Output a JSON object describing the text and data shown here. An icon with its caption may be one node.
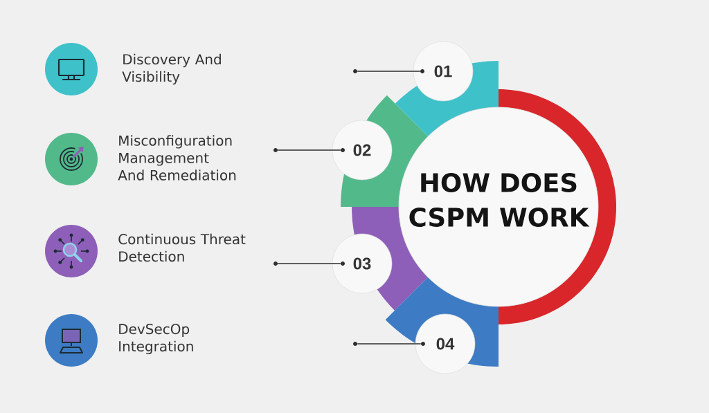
{
  "diagram": {
    "nodes": [
      {
        "text": [
          "HOW DOES CSPM WORK"
        ]
      },
      {
        "text": [
          "01"
        ]
      },
      {
        "text": [
          "02"
        ]
      },
      {
        "text": [
          "03"
        ]
      },
      {
        "text": [
          "04"
        ]
      },
      {
        "text": [],
        "shape": "arc"
      },
      {
        "text": [],
        "shape": "arc"
      },
      {
        "text": [],
        "shape": "arc"
      },
      {
        "text": [],
        "shape": "arc"
      },
      {
        "text": [],
        "shape": "arc"
      },
      {
        "text": [],
        "shape": "circle"
      },
      {
        "text": [],
        "shape": "circle"
      },
      {
        "text": [],
        "shape": "circle"
      },
      {
        "text": [],
        "shape": "circle"
      },
      {
        "text": [],
        "shape": "circle",
        "in": 1
      },
      {
        "text": [],
        "shape": "circle",
        "in": 2
      },
      {
        "text": [],
        "shape": "circle",
        "in": 3
      },
      {
        "text": [],
        "shape": "circle",
        "in": 4
      }
    ],
    "edges": [
      {
        "from": 10,
        "to": 14,
        "arrow": "none"
      },
      {
        "from": 11,
        "to": 15,
        "arrow": "none"
      },
      {
        "from": 12,
        "to": 16,
        "arrow": "none"
      },
      {
        "from": 13,
        "to": 17,
        "arrow": "none"
      }
    ],
    "labels": [
      "Discovery And Visibility",
      "Misconfiguration Management And Remediation",
      "Continuous Threat Detection",
      "DevSecOp Integration"
    ]
  }
}
